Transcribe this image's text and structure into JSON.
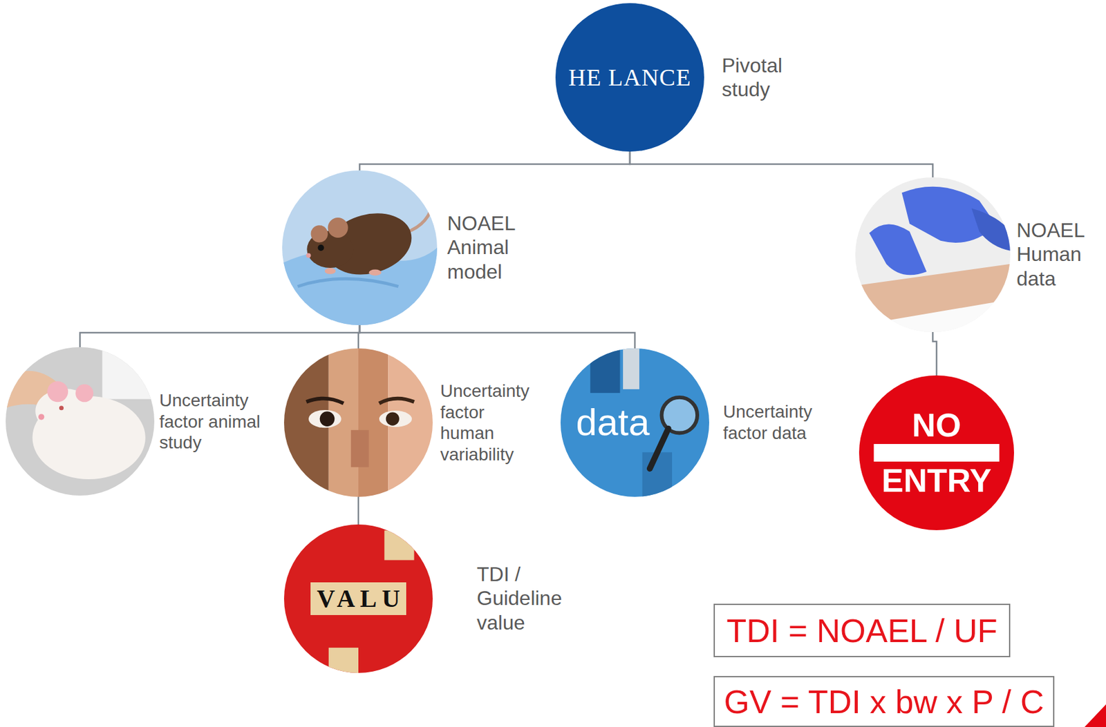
{
  "diagram": {
    "nodes": [
      {
        "text": [
          "HE LANCE",
          "Pivotal study"
        ]
      },
      {
        "text": [
          "NOAEL Animal model"
        ]
      },
      {
        "text": [
          "NOAEL Human data"
        ]
      },
      {
        "text": [
          "Uncertainty factor animal study"
        ]
      },
      {
        "text": [
          "Uncertainty factor human variability"
        ]
      },
      {
        "text": [
          "data",
          "Uncertainty factor data"
        ]
      },
      {
        "text": [
          "NO",
          "ENTRY"
        ]
      },
      {
        "text": [
          "VALU",
          "TDI / Guideline value"
        ]
      },
      {
        "text": [
          "TDI = NOAEL / UF"
        ]
      },
      {
        "text": [
          "GV = TDI x bw x P / C"
        ]
      }
    ],
    "edges": [
      {
        "from": 0,
        "to": 1,
        "arrow": "none"
      },
      {
        "from": 0,
        "to": 2,
        "arrow": "none"
      },
      {
        "from": 1,
        "to": 3,
        "arrow": "none"
      },
      {
        "from": 1,
        "to": 4,
        "arrow": "none"
      },
      {
        "from": 1,
        "to": 5,
        "arrow": "none"
      },
      {
        "from": 2,
        "to": 6,
        "arrow": "none"
      },
      {
        "from": 4,
        "to": 7,
        "arrow": "none"
      }
    ]
  }
}
